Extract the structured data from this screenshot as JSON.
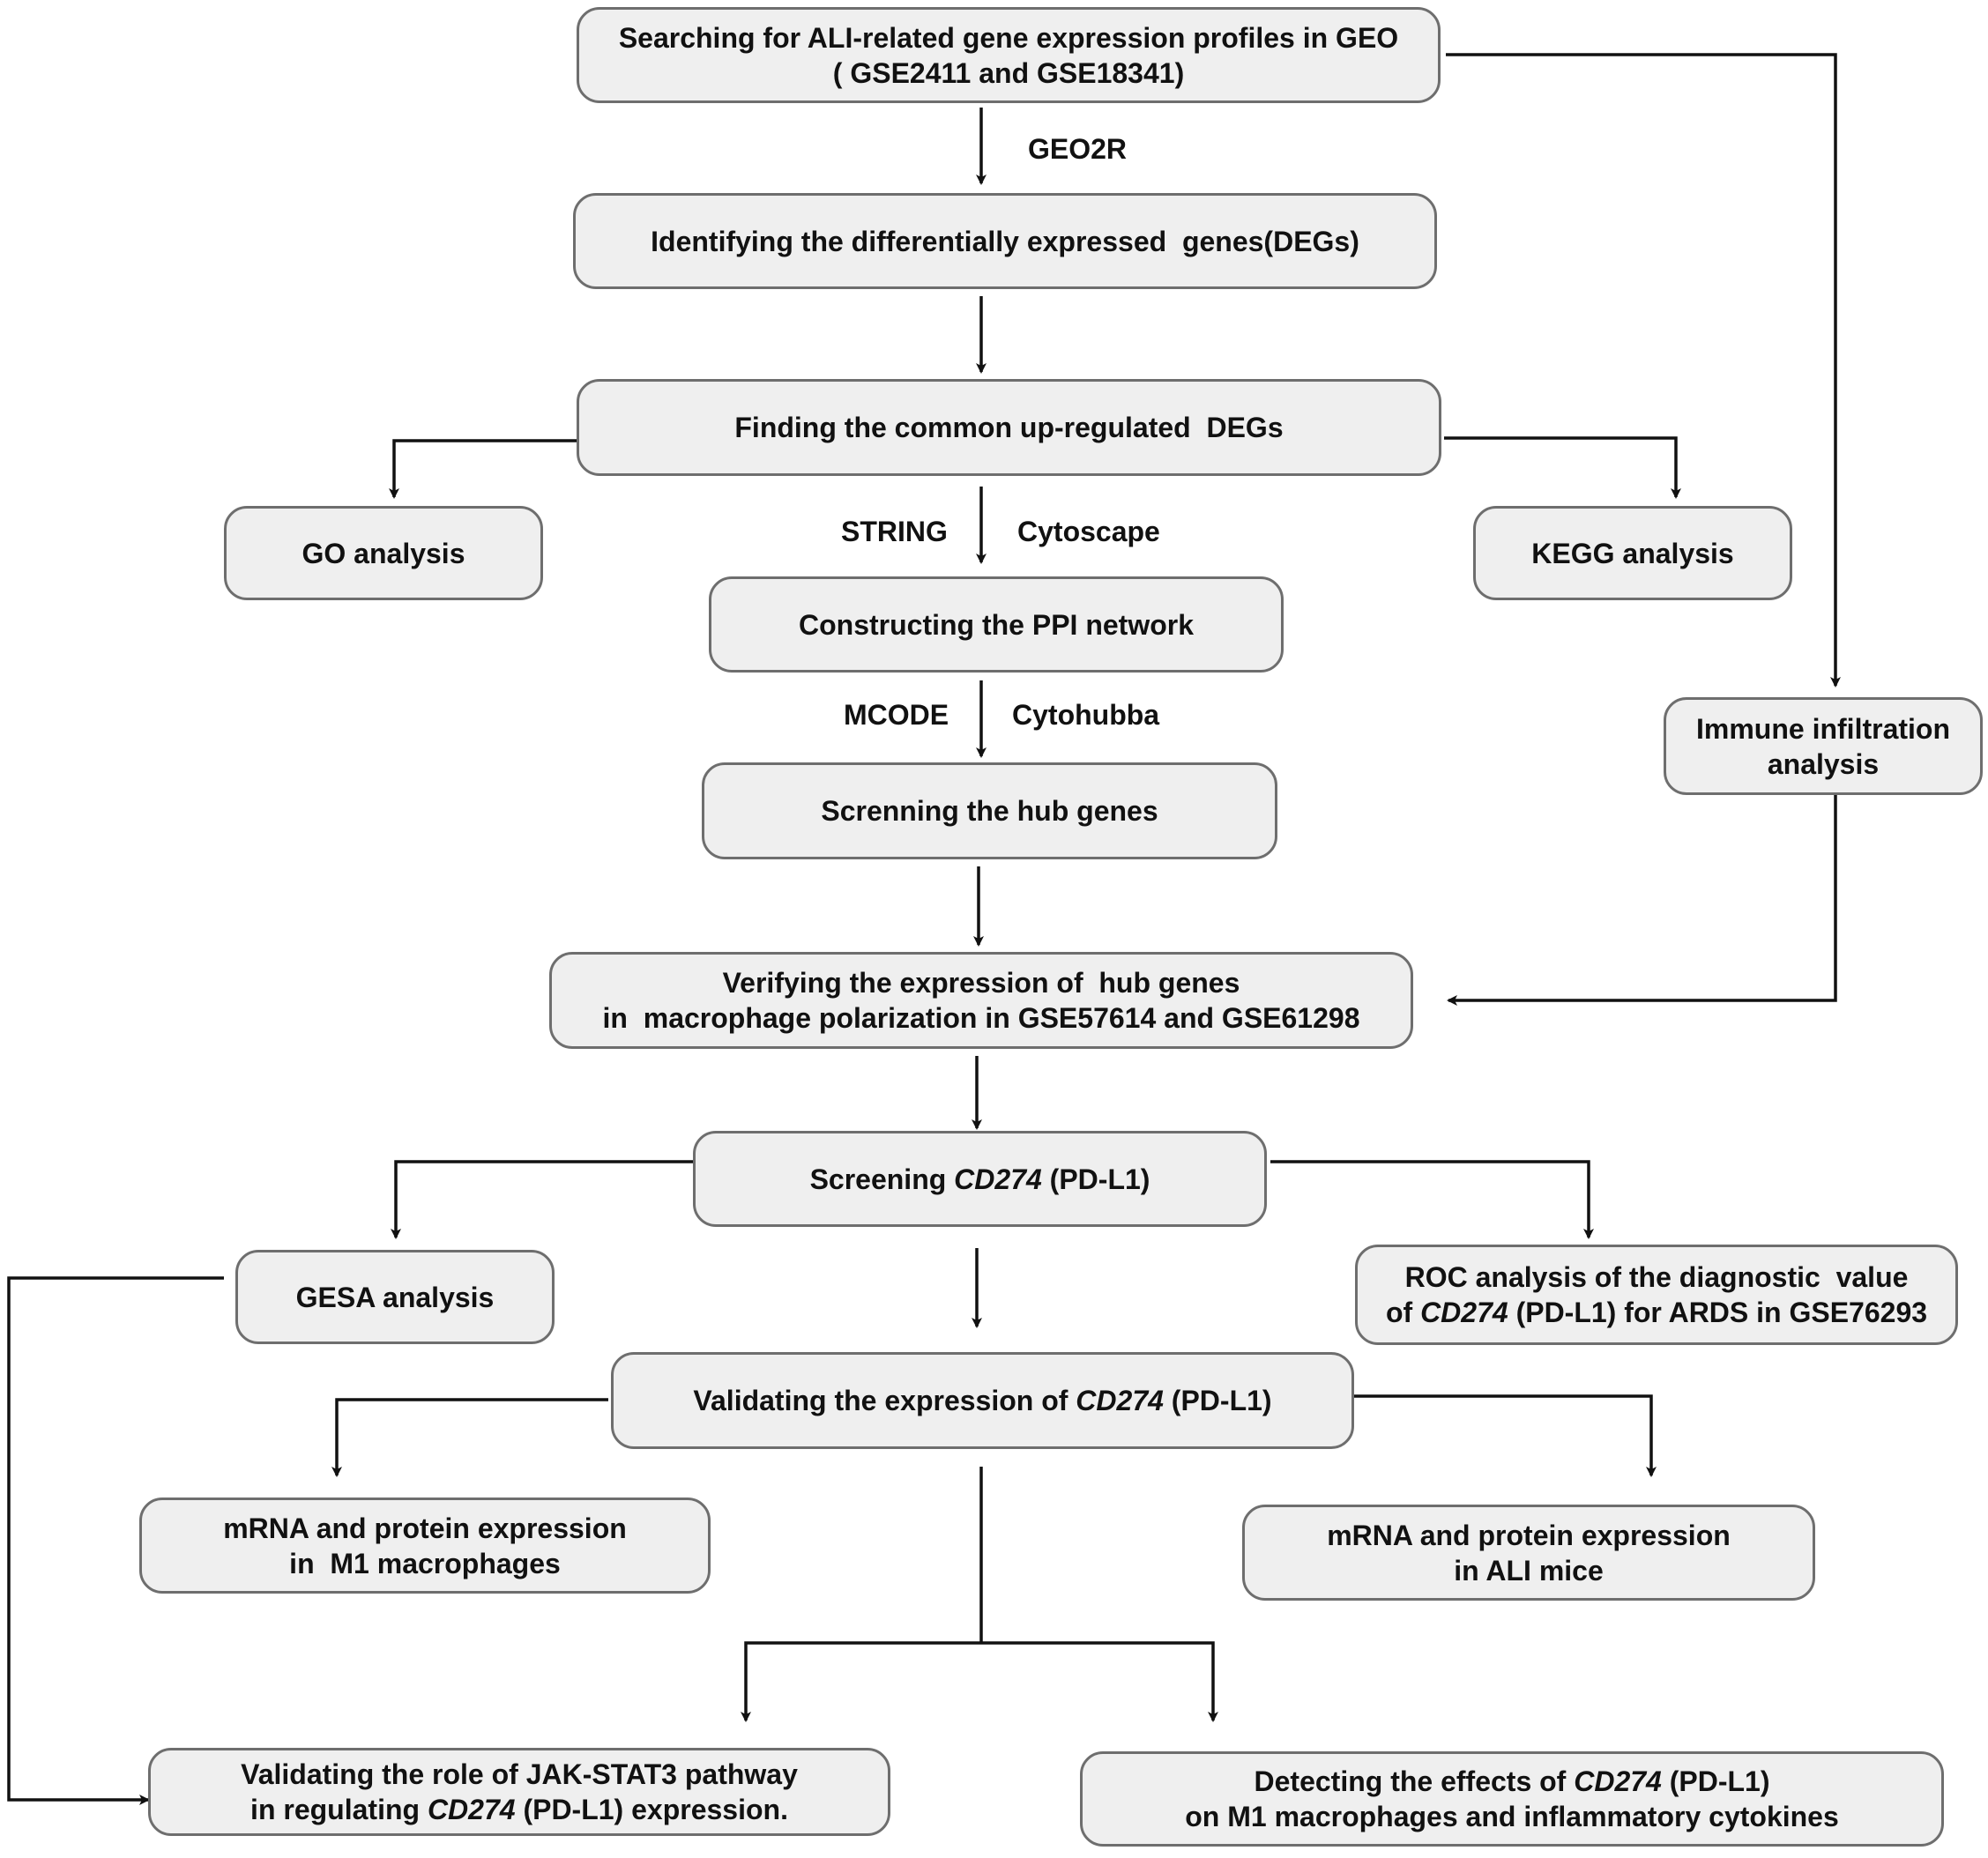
{
  "nodes": {
    "search": {
      "line1": "Searching for ALI-related gene expression profiles in GEO",
      "line2": "( GSE2411 and GSE18341)"
    },
    "degs": {
      "line1": "Identifying the differentially expressed  genes(DEGs)"
    },
    "common": {
      "line1": "Finding the common up-regulated  DEGs"
    },
    "go": {
      "line1": "GO analysis"
    },
    "kegg": {
      "line1": "KEGG analysis"
    },
    "ppi": {
      "line1": "Constructing the PPI network"
    },
    "hub": {
      "line1": "Screnning the hub genes"
    },
    "immune": {
      "line1": "Immune infiltration",
      "line2": "analysis"
    },
    "verify": {
      "line1": "Verifying the expression of  hub genes",
      "line2": "in  macrophage polarization in GSE57614 and GSE61298"
    },
    "screening": {
      "prefix": "Screening ",
      "gene": "CD274",
      "suffix": " (PD-L1)"
    },
    "gesa": {
      "line1": "GESA analysis"
    },
    "roc": {
      "line1": "ROC analysis of the diagnostic  value",
      "line2_prefix": "of ",
      "line2_gene": "CD274",
      "line2_suffix": " (PD-L1) for ARDS in GSE76293"
    },
    "validate": {
      "prefix": "Validating the expression of ",
      "gene": "CD274",
      "suffix": " (PD-L1)"
    },
    "m1": {
      "line1": "mRNA and protein expression",
      "line2": "in  M1 macrophages"
    },
    "alimice": {
      "line1": "mRNA and protein expression",
      "line2": "in ALI mice"
    },
    "jak": {
      "line1": "Validating the role of JAK-STAT3 pathway",
      "line2_prefix": "in regulating ",
      "line2_gene": "CD274",
      "line2_suffix": " (PD-L1) expression."
    },
    "detect": {
      "line1_prefix": "Detecting the effects of ",
      "line1_gene": "CD274",
      "line1_suffix": " (PD-L1)",
      "line2": "on M1 macrophages and inflammatory cytokines"
    }
  },
  "edge_labels": {
    "geo2r": "GEO2R",
    "string": "STRING",
    "cytoscape": "Cytoscape",
    "mcode": "MCODE",
    "cytohubba": "Cytohubba"
  },
  "colors": {
    "box_fill": "#efefef",
    "box_border": "#6e6e6e",
    "arrow": "#111111",
    "text": "#111111"
  }
}
